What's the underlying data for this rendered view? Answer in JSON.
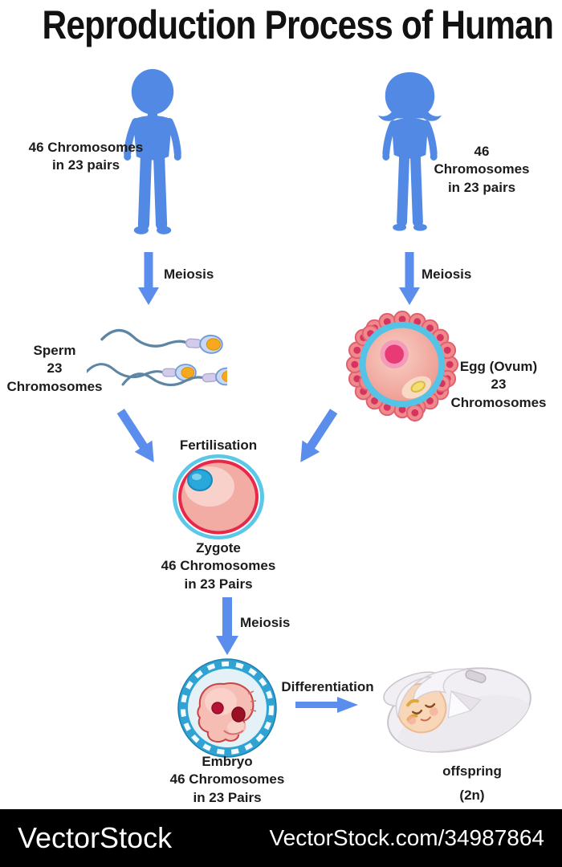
{
  "title": "Reproduction Process of Human",
  "labels": {
    "male_chromosomes": "46 Chromosomes\nin 23 pairs",
    "female_chromosomes": "46 Chromosomes\nin 23 pairs",
    "male_meiosis": "Meiosis",
    "female_meiosis": "Meiosis",
    "sperm": "Sperm\n23 Chromosomes",
    "egg": "Egg (Ovum)\n23 Chromosomes",
    "fertilisation": "Fertilisation",
    "zygote": "Zygote\n46 Chromosomes\nin 23 Pairs",
    "zygote_meiosis": "Meiosis",
    "embryo": "Embryo\n46 Chromosomes\nin 23 Pairs",
    "differentiation": "Differentiation",
    "offspring": "offspring",
    "ploidy": "(2n)"
  },
  "colors": {
    "figure_blue": "#5289e5",
    "arrow_blue": "#5b8ded",
    "text": "#1c1c1a",
    "footer_bg": "#000000",
    "footer_text": "#ffffff"
  },
  "watermark": {
    "brand": "VectorStock",
    "site": "VectorStock.com/34987864"
  }
}
